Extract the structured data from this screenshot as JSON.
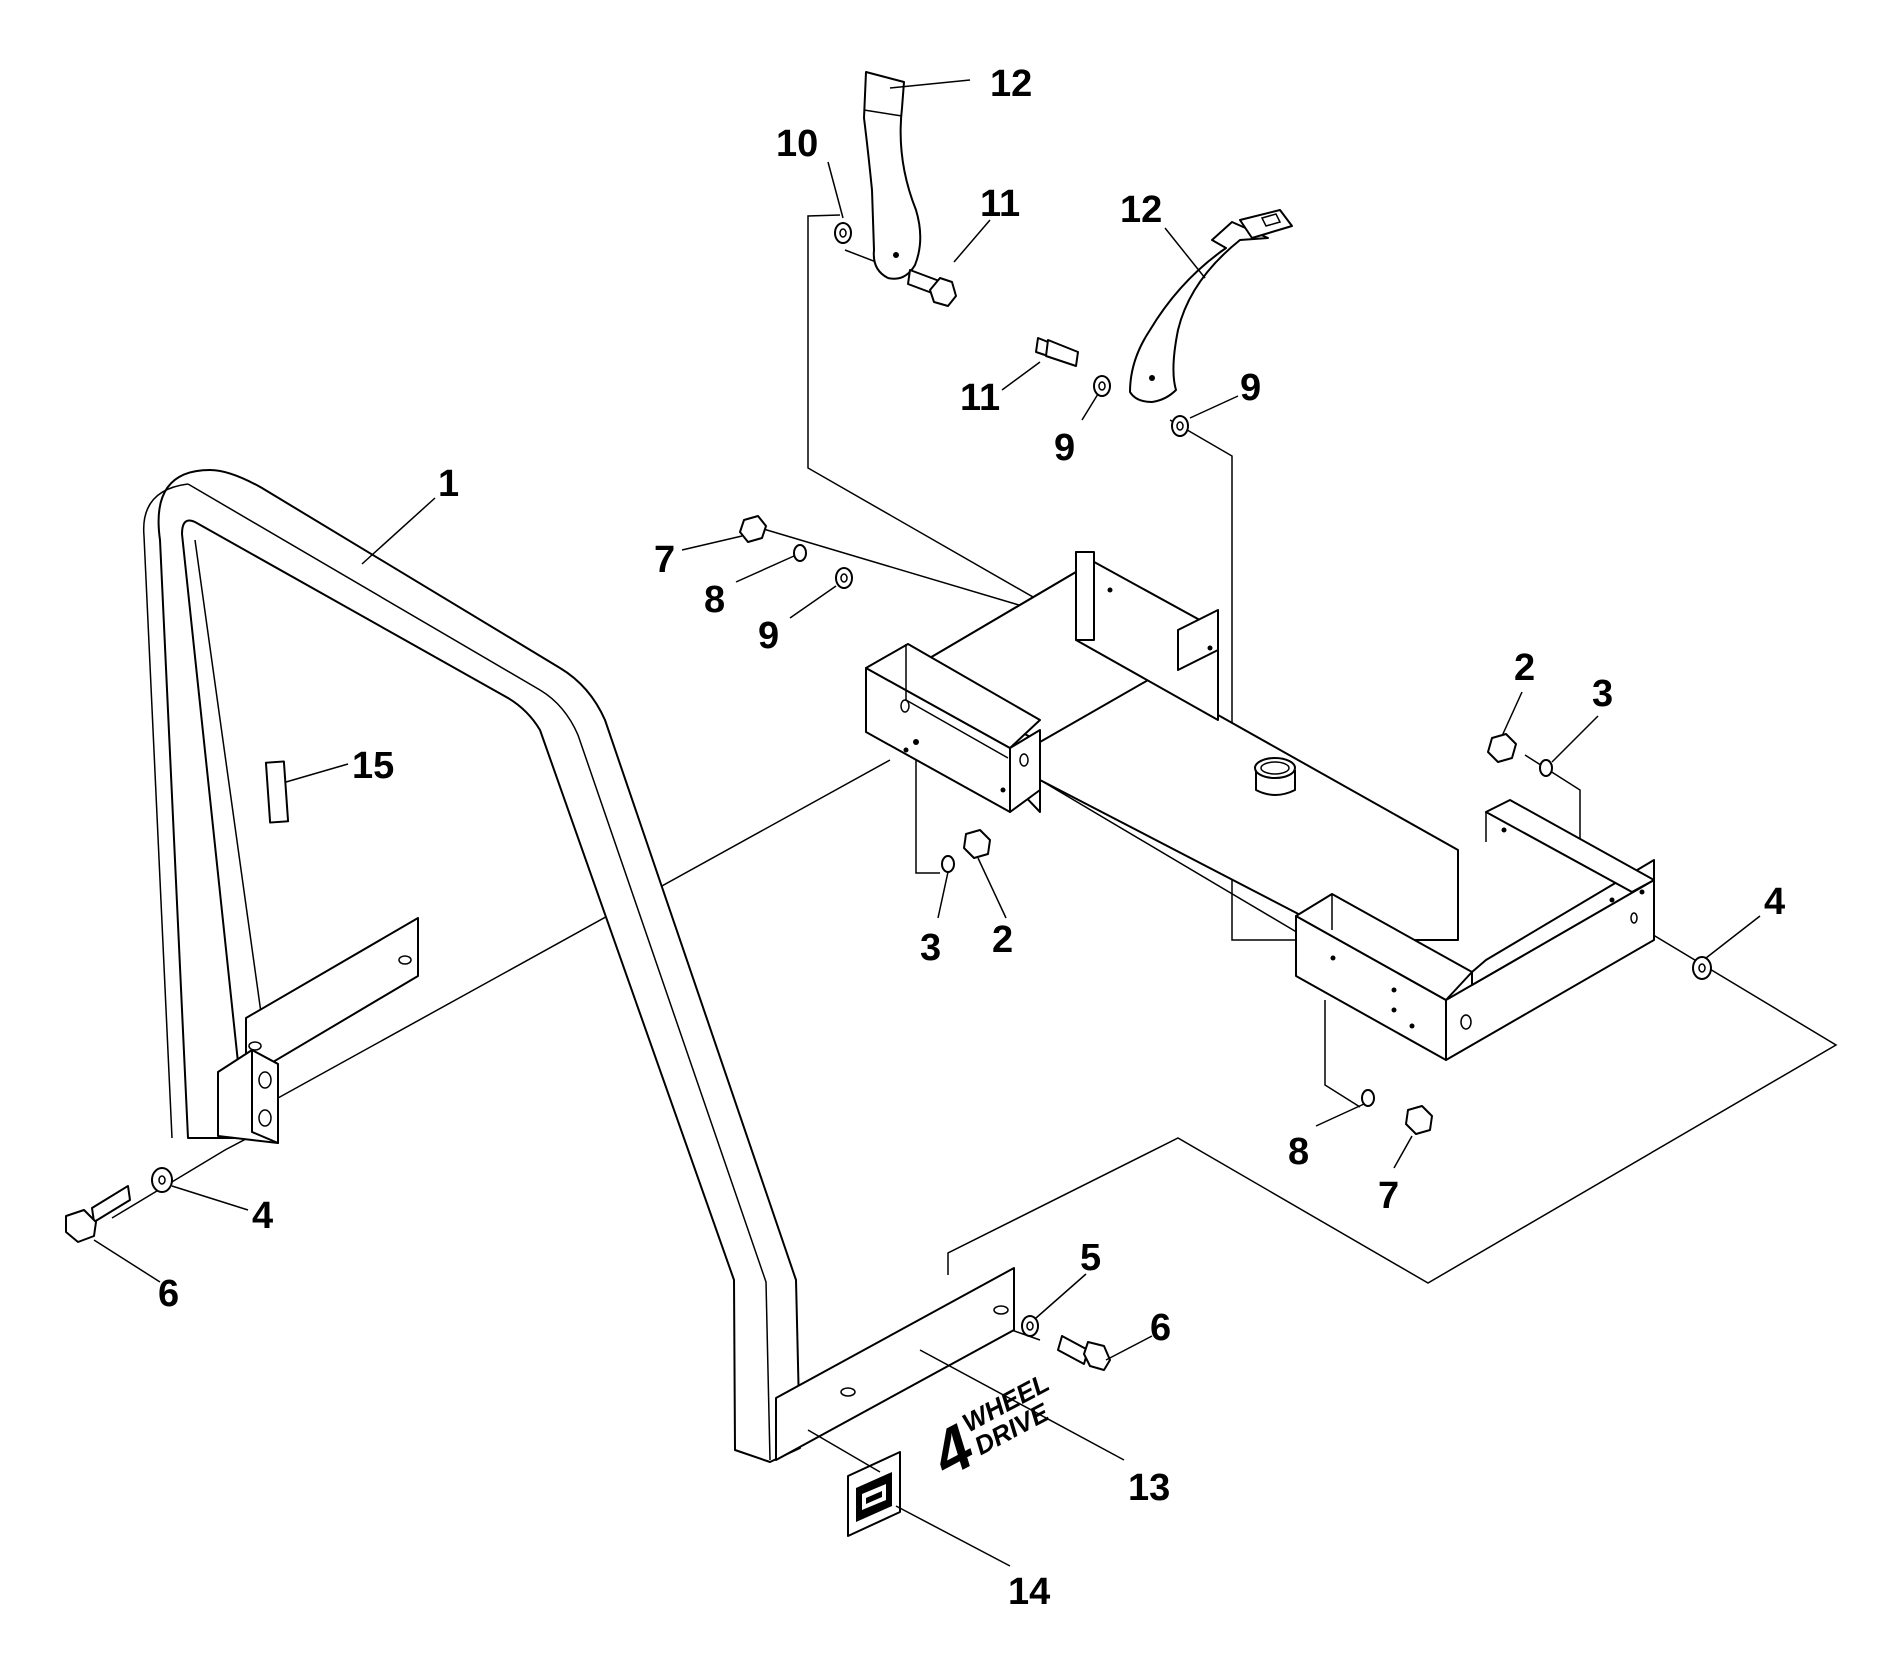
{
  "callouts": {
    "c1": "1",
    "c2a": "2",
    "c2b": "2",
    "c3a": "3",
    "c3b": "3",
    "c4a": "4",
    "c4b": "4",
    "c5": "5",
    "c6a": "6",
    "c6b": "6",
    "c7a": "7",
    "c7b": "7",
    "c8a": "8",
    "c8b": "8",
    "c9a": "9",
    "c9b": "9",
    "c9c": "9",
    "c10": "10",
    "c11a": "11",
    "c11b": "11",
    "c12a": "12",
    "c12b": "12",
    "c13": "13",
    "c14": "14",
    "c15": "15"
  },
  "decal": {
    "line1_number": "4",
    "line2": "WHEEL",
    "line3": "DRIVE"
  },
  "colors": {
    "ink": "#000000",
    "paper": "#ffffff"
  }
}
